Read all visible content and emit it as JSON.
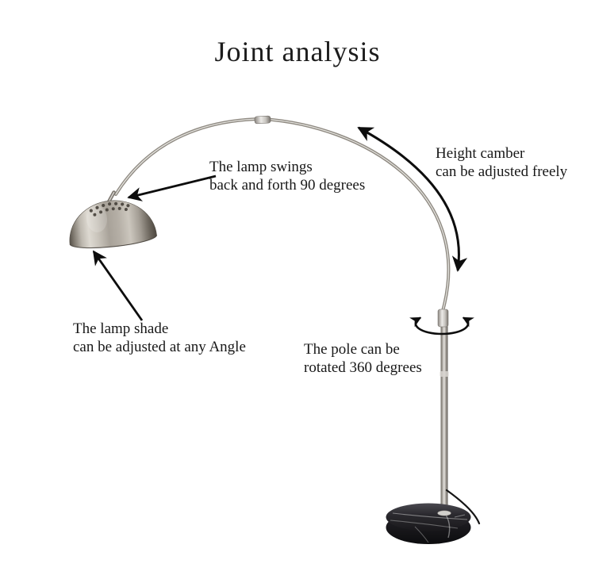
{
  "title": "Joint analysis",
  "annotations": {
    "swing": {
      "line1": "The lamp swings",
      "line2": "back and forth 90 degrees"
    },
    "height": {
      "line1": "Height camber",
      "line2": "can be adjusted freely"
    },
    "shade": {
      "line1": "The lamp shade",
      "line2": "can be adjusted at any Angle"
    },
    "pole": {
      "line1": "The pole can be",
      "line2": "rotated 360 degrees"
    }
  },
  "colors": {
    "background": "#ffffff",
    "text": "#1f1f1f",
    "annotation_arrows": "#0d0d0d",
    "metal_highlight": "#e6e3de",
    "metal_shadow": "#5f5b55",
    "shade_metal": "#b5afa6",
    "marble_base": "#1a191c"
  }
}
